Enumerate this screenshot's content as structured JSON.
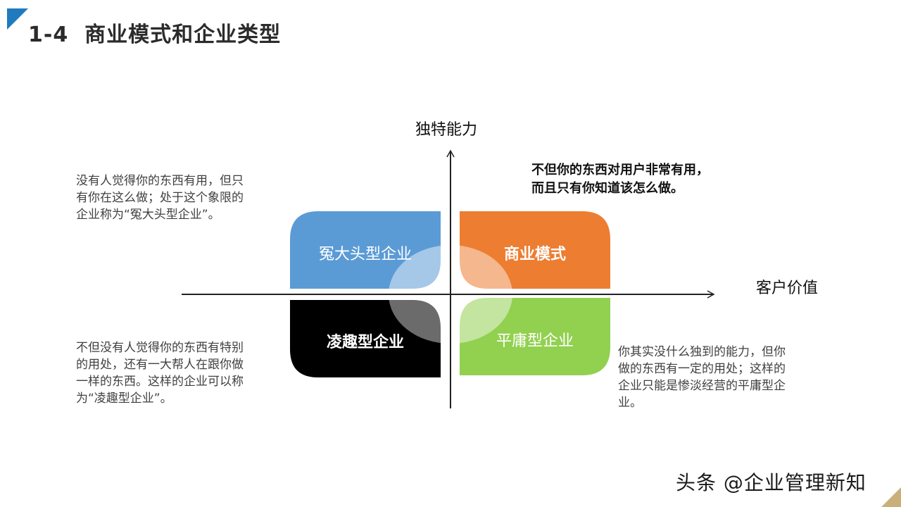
{
  "header": {
    "title": "1-4  商业模式和企业类型"
  },
  "axes": {
    "y_label": "独特能力",
    "x_label": "客户价值"
  },
  "quadrants": {
    "top_left": {
      "label": "冤大头型企业",
      "color": "#5b9bd5"
    },
    "top_right": {
      "label": "商业模式",
      "color": "#ed7d31"
    },
    "bottom_left": {
      "label": "凌趣型企业",
      "color": "#000000"
    },
    "bottom_right": {
      "label": "平庸型企业",
      "color": "#92d050"
    }
  },
  "descriptions": {
    "top_left": [
      "没有人觉得你的东西有用，但只",
      "有你在这么做；处于这个象限的",
      "企业称为“冤大头型企业”。"
    ],
    "top_right": [
      "不但你的东西对用户非常有用，",
      "而且只有你知道该怎么做。"
    ],
    "bottom_left": [
      "不但没有人觉得你的东西有特别",
      "的用处，还有一大帮人在跟你做",
      "一样的东西。这样的企业可以称",
      "为“凌趣型企业”。"
    ],
    "bottom_right": [
      "你其实没什么独到的能力，但你",
      "做的东西有一定的用处；这样的",
      "企业只能是惨淡经营的平庸型企",
      "业。"
    ]
  },
  "watermark": {
    "text": "头条 @企业管理新知"
  }
}
